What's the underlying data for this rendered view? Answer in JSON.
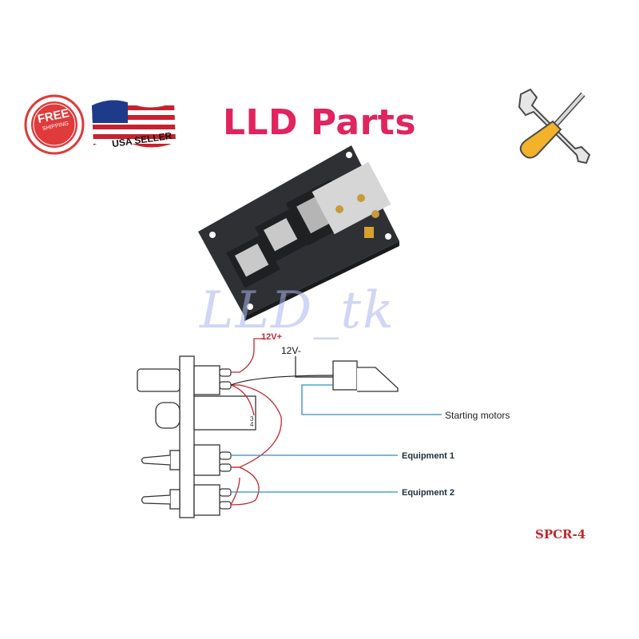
{
  "header": {
    "title": "LLD Parts",
    "free_shipping_badge": {
      "line1": "FREE",
      "line2": "SHIPPING"
    },
    "usa_seller_badge": "USA SELLER",
    "tools_icon": "wrench-screwdriver-icon"
  },
  "watermark": "LLD_tk",
  "diagram": {
    "positive_label": "12V+",
    "negative_label": "12V-",
    "outputs": [
      "Starting motors",
      "Equipment 1",
      "Equipment 2"
    ]
  },
  "model_code": "SPCR-4",
  "colors": {
    "brand": "#e0245e",
    "positive_wire": "#c0282f",
    "signal_wire": "#2f8fbf",
    "negative_wire": "#222222",
    "panel": "#2e3033"
  }
}
